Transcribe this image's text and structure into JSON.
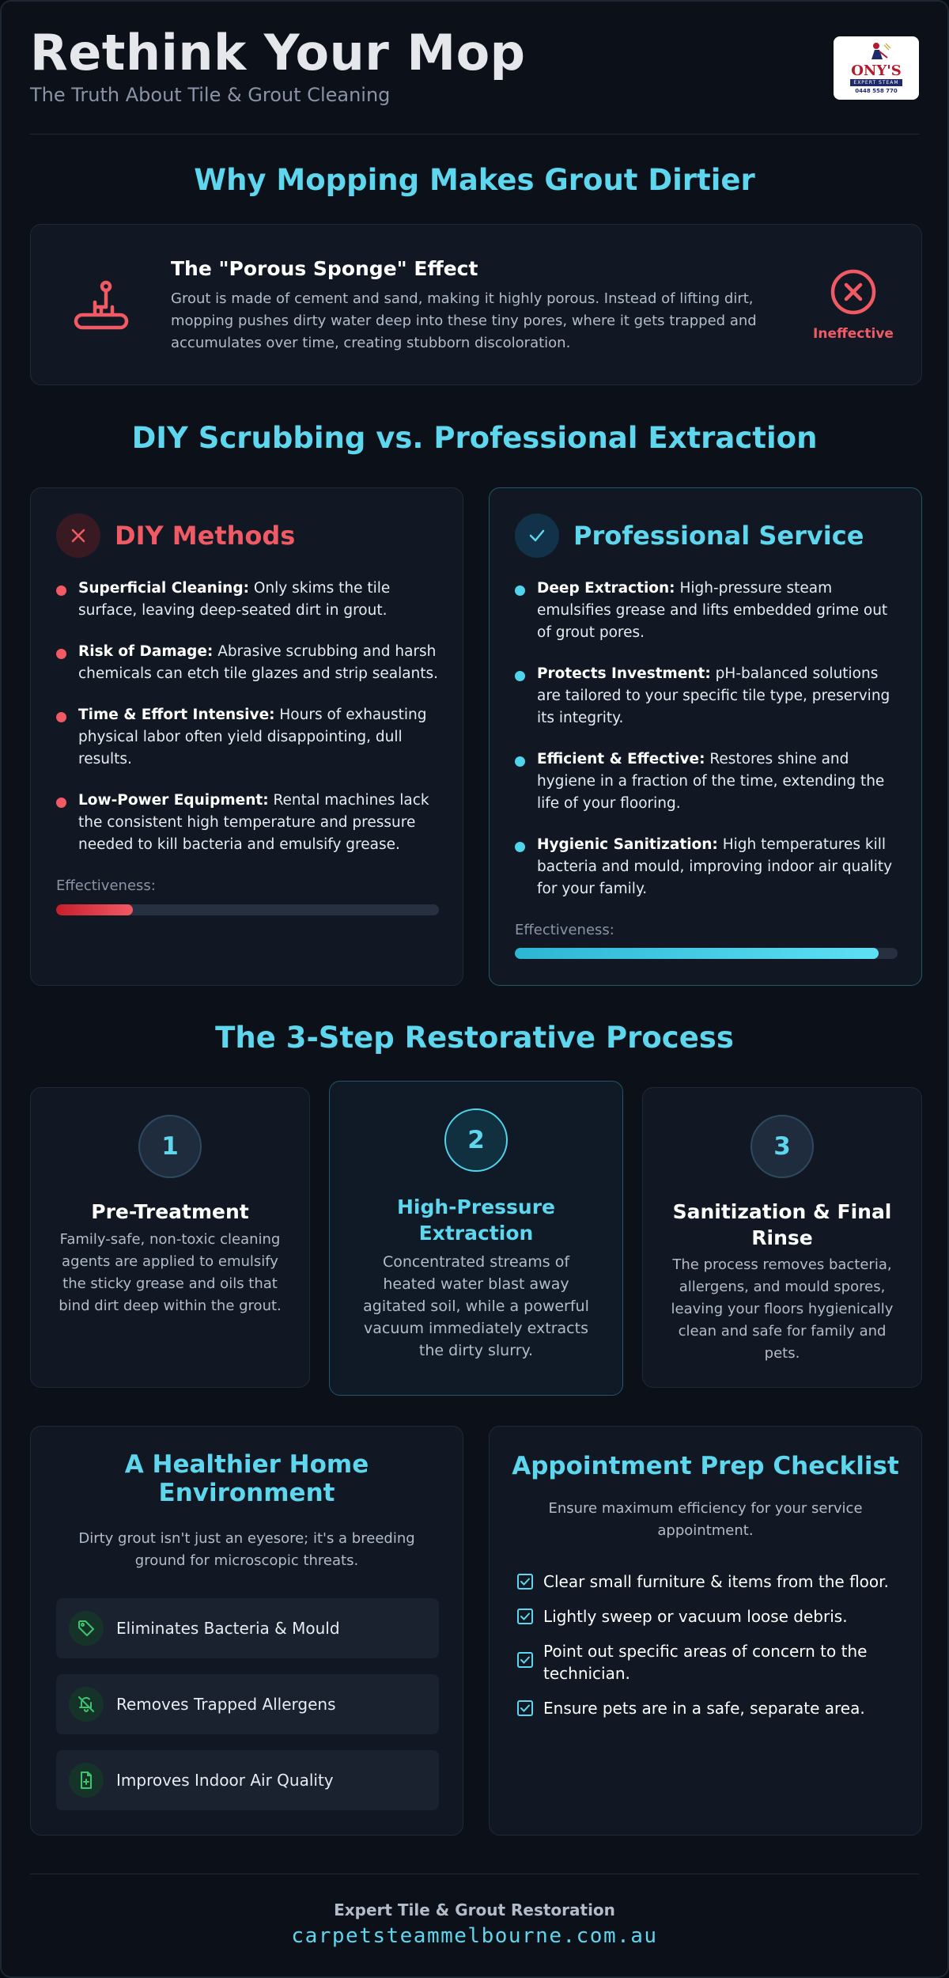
{
  "header": {
    "title": "Rethink Your Mop",
    "subtitle": "The Truth About Tile & Grout Cleaning",
    "logo": {
      "name": "ONY'S",
      "tag": "EXPERT STEAM",
      "phone": "0448 558 770"
    }
  },
  "mopping": {
    "section_title": "Why Mopping Makes Grout Dirtier",
    "card_title": "The \"Porous Sponge\" Effect",
    "card_text": "Grout is made of cement and sand, making it highly porous. Instead of lifting dirt, mopping pushes dirty water deep into these tiny pores, where it gets trapped and accumulates over time, creating stubborn discoloration.",
    "verdict": "Ineffective",
    "icon": "mop-icon"
  },
  "comparison": {
    "section_title": "DIY Scrubbing vs. Professional Extraction",
    "diy": {
      "title": "DIY Methods",
      "items": [
        {
          "bold": "Superficial Cleaning:",
          "text": " Only skims the tile surface, leaving deep-seated dirt in grout."
        },
        {
          "bold": "Risk of Damage:",
          "text": " Abrasive scrubbing and harsh chemicals can etch tile glazes and strip sealants."
        },
        {
          "bold": "Time & Effort Intensive:",
          "text": " Hours of exhausting physical labor often yield disappointing, dull results."
        },
        {
          "bold": "Low-Power Equipment:",
          "text": " Rental machines lack the consistent high temperature and pressure needed to kill bacteria and emulsify grease."
        }
      ],
      "effectiveness_label": "Effectiveness:",
      "effectiveness": 0.2,
      "accent": "#f05a64"
    },
    "pro": {
      "title": "Professional Service",
      "items": [
        {
          "bold": "Deep Extraction:",
          "text": " High-pressure steam emulsifies grease and lifts embedded grime out of grout pores."
        },
        {
          "bold": "Protects Investment:",
          "text": " pH-balanced solutions are tailored to your specific tile type, preserving its integrity."
        },
        {
          "bold": "Efficient & Effective:",
          "text": " Restores shine and hygiene in a fraction of the time, extending the life of your flooring."
        },
        {
          "bold": "Hygienic Sanitization:",
          "text": " High temperatures kill bacteria and mould, improving indoor air quality for your family."
        }
      ],
      "effectiveness_label": "Effectiveness:",
      "effectiveness": 0.95,
      "accent": "#5dd6ee"
    }
  },
  "process": {
    "section_title": "The 3-Step Restorative Process",
    "steps": [
      {
        "number": "1",
        "title": "Pre-Treatment",
        "text": "Family-safe, non-toxic cleaning agents are applied to emulsify the sticky grease and oils that bind dirt deep within the grout."
      },
      {
        "number": "2",
        "title": "High-Pressure Extraction",
        "text": "Concentrated streams of heated water blast away agitated soil, while a powerful vacuum immediately extracts the dirty slurry."
      },
      {
        "number": "3",
        "title": "Sanitization & Final Rinse",
        "text": "The process removes bacteria, allergens, and mould spores, leaving your floors hygienically clean and safe for family and pets."
      }
    ]
  },
  "health": {
    "title": "A Healthier Home Environment",
    "text": "Dirty grout isn't just an eyesore; it's a breeding ground for microscopic threats.",
    "benefits": [
      {
        "label": "Eliminates Bacteria & Mould",
        "icon": "tag-icon"
      },
      {
        "label": "Removes Trapped Allergens",
        "icon": "bell-off-icon"
      },
      {
        "label": "Improves Indoor Air Quality",
        "icon": "file-plus-icon"
      }
    ],
    "accent": "#3fc46e"
  },
  "checklist": {
    "title": "Appointment Prep Checklist",
    "text": "Ensure maximum efficiency for your service appointment.",
    "items": [
      "Clear small furniture & items from the floor.",
      "Lightly sweep or vacuum loose debris.",
      "Point out specific areas of concern to the technician.",
      "Ensure pets are in a safe, separate area."
    ]
  },
  "footer": {
    "brand": "Expert Tile & Grout Restoration",
    "url": "carpetsteammelbourne.com.au"
  }
}
